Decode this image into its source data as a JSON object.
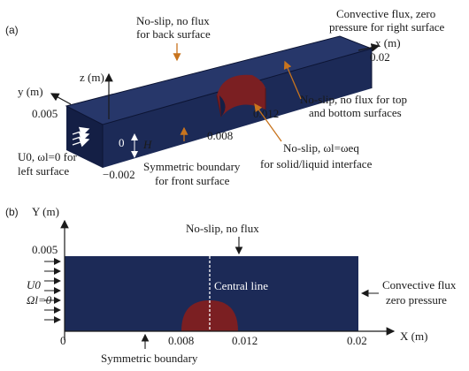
{
  "colors": {
    "domain": "#1c2a57",
    "domain_top": "#27376a",
    "domain_side": "#141f45",
    "solid": "#7b1f22",
    "leader": "#c8741e",
    "text": "#1a1a1a"
  },
  "panel_a": {
    "tag": "(a)",
    "axis_x": "x (m)",
    "axis_y": "y (m)",
    "axis_z": "z (m)",
    "back_surface": [
      "No-slip, no flux",
      "for back surface"
    ],
    "right_surface": [
      "Convective flux, zero",
      "pressure for right surface"
    ],
    "top_bottom": [
      "No-slip, no flux for top",
      "and bottom surfaces"
    ],
    "interface": [
      "No-slip, ωl=ωeq",
      "for solid/liquid interface"
    ],
    "front_surface": [
      "Symmetric boundary",
      "for front surface"
    ],
    "left_surface": [
      "U0, ωl=0 for",
      "left surface"
    ],
    "tick_005": "0.005",
    "tick_002": "0.02",
    "tick_0012": "0.012",
    "tick_0008": "0.008",
    "tick_neg0002": "−0.002",
    "tick_0": "0",
    "height": "H"
  },
  "panel_b": {
    "tag": "(b)",
    "axis_Y": "Y (m)",
    "axis_X": "X (m)",
    "top_wall": "No-slip, no flux",
    "central_line": "Central line",
    "right_wall": [
      "Convective flux",
      "zero pressure"
    ],
    "inlet": [
      "U0",
      "Ωl=0"
    ],
    "bottom": "Symmetric boundary",
    "tick_0005": "0.005",
    "tick_0": "0",
    "tick_0008": "0.008",
    "tick_0012": "0.012",
    "tick_002": "0.02"
  }
}
